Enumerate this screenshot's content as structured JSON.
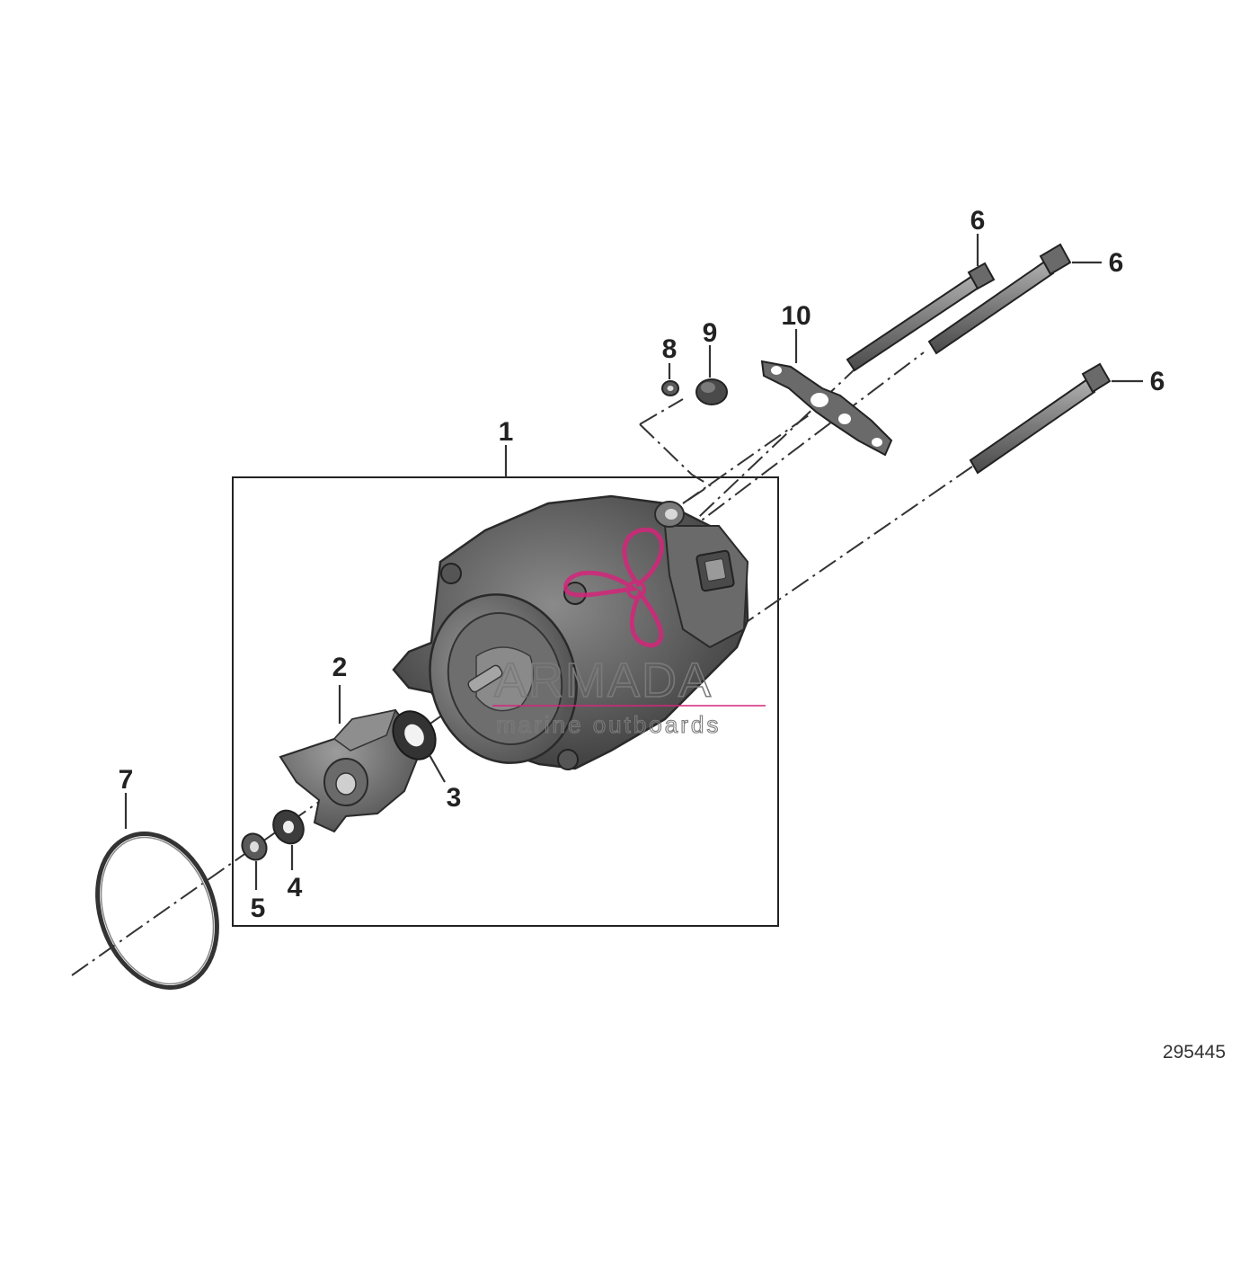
{
  "diagram": {
    "drawing_number": "295445",
    "watermark": {
      "brand": "ARMADA",
      "tagline": "marine outboards",
      "accent_color": "#d4267a"
    },
    "callouts": [
      {
        "id": "callout-1",
        "label": "1"
      },
      {
        "id": "callout-2",
        "label": "2"
      },
      {
        "id": "callout-3",
        "label": "3"
      },
      {
        "id": "callout-4",
        "label": "4"
      },
      {
        "id": "callout-5",
        "label": "5"
      },
      {
        "id": "callout-6a",
        "label": "6"
      },
      {
        "id": "callout-6b",
        "label": "6"
      },
      {
        "id": "callout-6c",
        "label": "6"
      },
      {
        "id": "callout-7",
        "label": "7"
      },
      {
        "id": "callout-8",
        "label": "8"
      },
      {
        "id": "callout-9",
        "label": "9"
      },
      {
        "id": "callout-10",
        "label": "10"
      }
    ]
  }
}
